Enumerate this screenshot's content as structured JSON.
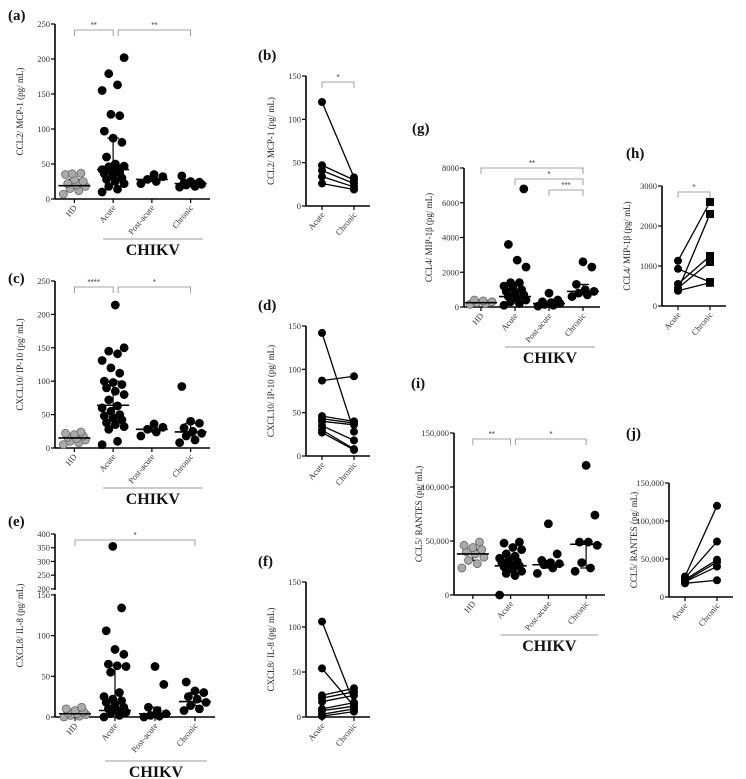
{
  "figure": {
    "group_label": "CHIKV",
    "categories4": [
      "HD",
      "Acute",
      "Post-acute",
      "Chronic"
    ],
    "categories2": [
      "Acute",
      "Chronic"
    ]
  },
  "chart_data": [
    {
      "panel": "(a)",
      "type": "scatter",
      "ylabel": "CCL2/ MCP-1 (pg/ mL)",
      "categories": [
        "HD",
        "Acute",
        "Post-acute",
        "Chronic"
      ],
      "ylim": [
        0,
        250
      ],
      "yticks": [
        0,
        50,
        100,
        150,
        200,
        250
      ],
      "group_label": "CHIKV",
      "series": [
        {
          "name": "HD",
          "values": [
            7,
            12,
            15,
            18,
            20,
            22,
            25,
            28,
            35,
            37,
            36
          ],
          "median": 19,
          "color": "#aaaaaa"
        },
        {
          "name": "Acute",
          "values": [
            10,
            14,
            18,
            22,
            25,
            28,
            30,
            33,
            36,
            38,
            40,
            42,
            44,
            46,
            47,
            50,
            60,
            81,
            87,
            97,
            119,
            121,
            155,
            163,
            179,
            202
          ],
          "median": 42,
          "color": "#000000"
        },
        {
          "name": "Post-acute",
          "values": [
            22,
            25,
            28,
            32,
            35
          ],
          "median": 28,
          "color": "#000000"
        },
        {
          "name": "Chronic",
          "values": [
            17,
            18,
            20,
            21,
            22,
            23,
            24,
            25,
            33
          ],
          "median": 22,
          "color": "#000000"
        }
      ],
      "significance": [
        {
          "from": "HD",
          "to": "Acute",
          "label": "**"
        },
        {
          "from": "Acute",
          "to": "Chronic",
          "label": "**"
        }
      ]
    },
    {
      "panel": "(b)",
      "type": "line",
      "ylabel": "CCL2/ MCP-1 (pg/ mL)",
      "categories": [
        "Acute",
        "Chronic"
      ],
      "ylim": [
        0,
        150
      ],
      "yticks": [
        0,
        50,
        100,
        150
      ],
      "pairs": [
        [
          120,
          33
        ],
        [
          47,
          30
        ],
        [
          41,
          26
        ],
        [
          34,
          22
        ],
        [
          26,
          19
        ]
      ],
      "significance": [
        {
          "from": "Acute",
          "to": "Chronic",
          "label": "*"
        }
      ]
    },
    {
      "panel": "(c)",
      "type": "scatter",
      "ylabel": "CXCL10/ IP-10 (pg/ mL)",
      "categories": [
        "HD",
        "Acute",
        "Post-acute",
        "Chronic"
      ],
      "ylim": [
        0,
        250
      ],
      "yticks": [
        0,
        50,
        100,
        150,
        200,
        250
      ],
      "group_label": "CHIKV",
      "series": [
        {
          "name": "HD",
          "values": [
            5,
            8,
            10,
            12,
            14,
            16,
            18,
            20,
            22,
            24
          ],
          "median": 15,
          "color": "#aaaaaa"
        },
        {
          "name": "Acute",
          "values": [
            5,
            10,
            28,
            32,
            35,
            38,
            42,
            45,
            48,
            50,
            55,
            60,
            63,
            72,
            80,
            85,
            90,
            95,
            98,
            100,
            112,
            120,
            131,
            141,
            145,
            150,
            214
          ],
          "median": 64,
          "color": "#000000"
        },
        {
          "name": "Post-acute",
          "values": [
            18,
            24,
            28,
            31,
            36
          ],
          "median": 28,
          "color": "#000000"
        },
        {
          "name": "Chronic",
          "values": [
            8,
            12,
            18,
            22,
            25,
            30,
            37,
            40,
            92
          ],
          "median": 24,
          "color": "#000000"
        }
      ],
      "significance": [
        {
          "from": "HD",
          "to": "Acute",
          "label": "****"
        },
        {
          "from": "Acute",
          "to": "Chronic",
          "label": "*"
        }
      ]
    },
    {
      "panel": "(d)",
      "type": "line",
      "ylabel": "CXCL10/ IP-10 (pg/ mL)",
      "categories": [
        "Acute",
        "Chronic"
      ],
      "ylim": [
        0,
        150
      ],
      "yticks": [
        0,
        50,
        100,
        150
      ],
      "pairs": [
        [
          142,
          28
        ],
        [
          87,
          92
        ],
        [
          46,
          40
        ],
        [
          43,
          38
        ],
        [
          40,
          36
        ],
        [
          35,
          18
        ],
        [
          30,
          8
        ],
        [
          27,
          7
        ]
      ]
    },
    {
      "panel": "(e)",
      "type": "scatter",
      "ylabel": "CXCL8/ IL-8 (pg/ mL)",
      "categories": [
        "HD",
        "Acute",
        "Post-acute",
        "Chronic"
      ],
      "ylim": [
        0,
        400
      ],
      "axis_break": [
        150,
        200
      ],
      "yticks": [
        0,
        50,
        100,
        150,
        200,
        250,
        300,
        350,
        400
      ],
      "group_label": "CHIKV",
      "series": [
        {
          "name": "HD",
          "values": [
            0,
            1,
            2,
            3,
            4,
            5,
            6,
            8,
            10,
            12
          ],
          "median": 4,
          "color": "#aaaaaa"
        },
        {
          "name": "Acute",
          "values": [
            0,
            2,
            4,
            6,
            8,
            10,
            12,
            15,
            18,
            20,
            22,
            25,
            30,
            55,
            62,
            63,
            65,
            77,
            83,
            106,
            134,
            355
          ],
          "median": 8,
          "color": "#000000"
        },
        {
          "name": "Post-acute",
          "values": [
            0,
            1,
            2,
            4,
            8,
            12,
            40,
            62
          ],
          "median": 4,
          "color": "#000000"
        },
        {
          "name": "Chronic",
          "values": [
            8,
            10,
            14,
            18,
            22,
            25,
            30,
            32,
            43
          ],
          "median": 19,
          "color": "#000000"
        }
      ],
      "significance": [
        {
          "from": "HD",
          "to": "Chronic",
          "label": "*"
        }
      ]
    },
    {
      "panel": "(f)",
      "type": "line",
      "ylabel": "CXCL8/ IL-8 (pg/ mL)",
      "categories": [
        "Acute",
        "Chronic"
      ],
      "ylim": [
        0,
        150
      ],
      "yticks": [
        0,
        50,
        100,
        150
      ],
      "pairs": [
        [
          106,
          15
        ],
        [
          54,
          12
        ],
        [
          24,
          32
        ],
        [
          21,
          28
        ],
        [
          17,
          24
        ],
        [
          9,
          16
        ],
        [
          7,
          12
        ],
        [
          3,
          9
        ],
        [
          1,
          6
        ]
      ]
    },
    {
      "panel": "(g)",
      "type": "scatter",
      "ylabel": "CCL4/ MIP-1β (pg/ mL)",
      "categories": [
        "HD",
        "Acute",
        "Post-acute",
        "Chronic"
      ],
      "ylim": [
        0,
        8000
      ],
      "yticks": [
        0,
        2000,
        4000,
        6000,
        8000
      ],
      "group_label": "CHIKV",
      "series": [
        {
          "name": "HD",
          "values": [
            150,
            200,
            250,
            300,
            350,
            400
          ],
          "median": 250,
          "color": "#aaaaaa"
        },
        {
          "name": "Acute",
          "values": [
            100,
            200,
            300,
            400,
            500,
            600,
            700,
            800,
            900,
            1000,
            1100,
            1200,
            1400,
            1400,
            2300,
            2700,
            3600,
            6800
          ],
          "median": 600,
          "color": "#000000"
        },
        {
          "name": "Post-acute",
          "values": [
            50,
            100,
            150,
            200,
            250,
            300,
            400,
            800
          ],
          "median": 200,
          "color": "#000000"
        },
        {
          "name": "Chronic",
          "values": [
            600,
            700,
            800,
            900,
            1000,
            1300,
            2300,
            2600
          ],
          "median": 900,
          "color": "#000000"
        }
      ],
      "significance": [
        {
          "from": "HD",
          "to": "Chronic",
          "label": "**"
        },
        {
          "from": "Acute",
          "to": "Chronic",
          "label": "*"
        },
        {
          "from": "Post-acute",
          "to": "Chronic",
          "label": "***"
        }
      ]
    },
    {
      "panel": "(h)",
      "type": "line",
      "ylabel": "CCL4/ MIP-1β (pg/ mL)",
      "categories": [
        "Acute",
        "Chronic"
      ],
      "ylim": [
        0,
        3000
      ],
      "yticks": [
        0,
        1000,
        2000,
        3000
      ],
      "pairs": [
        [
          1130,
          2600
        ],
        [
          930,
          600
        ],
        [
          550,
          1250
        ],
        [
          450,
          1100
        ],
        [
          400,
          2300
        ],
        [
          380,
          580
        ]
      ],
      "significance": [
        {
          "from": "Acute",
          "to": "Chronic",
          "label": "*"
        }
      ]
    },
    {
      "panel": "(i)",
      "type": "scatter",
      "ylabel": "CCL5/ RANTES (pg/ mL)",
      "categories": [
        "HD",
        "Acute",
        "Post-acute",
        "Chronic"
      ],
      "ylim": [
        0,
        150000
      ],
      "yticks": [
        0,
        50000,
        100000,
        150000
      ],
      "ytick_labels": [
        "0",
        "50,000",
        "100,000",
        "150,000"
      ],
      "group_label": "CHIKV",
      "series": [
        {
          "name": "HD",
          "values": [
            25000,
            29000,
            32000,
            35000,
            38000,
            40000,
            42000,
            44000,
            46000,
            49000
          ],
          "median": 38000,
          "color": "#aaaaaa"
        },
        {
          "name": "Acute",
          "values": [
            0,
            18000,
            20000,
            22000,
            24000,
            26000,
            27000,
            28000,
            30000,
            31000,
            32000,
            34000,
            36000,
            38000,
            42000,
            44000,
            48000,
            49000
          ],
          "median": 27000,
          "color": "#000000"
        },
        {
          "name": "Post-acute",
          "values": [
            20000,
            25000,
            28000,
            29000,
            30000,
            32000,
            38000,
            66000
          ],
          "median": 28000,
          "color": "#000000"
        },
        {
          "name": "Chronic",
          "values": [
            22000,
            25000,
            30000,
            46000,
            49000,
            49000,
            74000,
            120000
          ],
          "median": 47000,
          "color": "#000000"
        }
      ],
      "significance": [
        {
          "from": "HD",
          "to": "Acute",
          "label": "**"
        },
        {
          "from": "Acute",
          "to": "Chronic",
          "label": "*"
        }
      ]
    },
    {
      "panel": "(j)",
      "type": "line",
      "ylabel": "CCL5/ RANTES (pg/ mL)",
      "categories": [
        "Acute",
        "Chronic"
      ],
      "ylim": [
        0,
        150000
      ],
      "yticks": [
        0,
        50000,
        100000,
        150000
      ],
      "ytick_labels": [
        "0",
        "50,000",
        "100,000",
        "150,000"
      ],
      "pairs": [
        [
          27000,
          120000
        ],
        [
          25000,
          73000
        ],
        [
          23000,
          49000
        ],
        [
          21000,
          46000
        ],
        [
          20000,
          40000
        ],
        [
          18000,
          22000
        ]
      ]
    }
  ]
}
